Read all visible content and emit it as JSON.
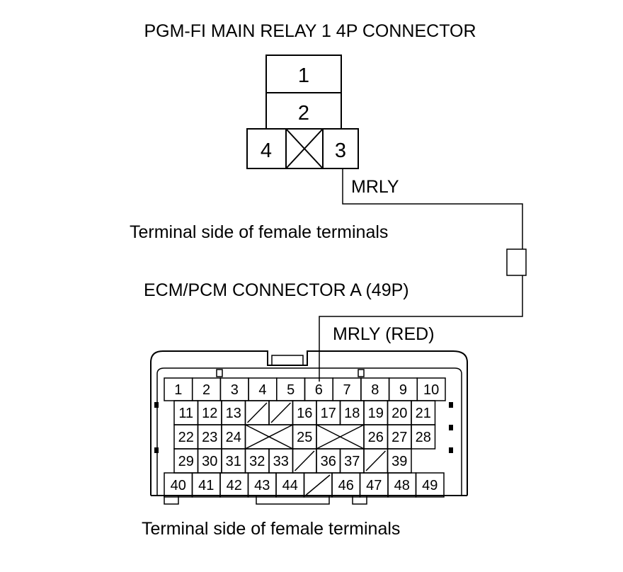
{
  "relay_connector": {
    "title": "PGM-FI MAIN RELAY 1 4P CONNECTOR",
    "pins": [
      "1",
      "2",
      "4",
      "3"
    ],
    "wire_label": "MRLY",
    "view_note": "Terminal side of female terminals"
  },
  "ecm_connector": {
    "title": "ECM/PCM CONNECTOR A (49P)",
    "wire_label": "MRLY (RED)",
    "view_note": "Terminal side of female terminals",
    "row1": [
      "1",
      "2",
      "3",
      "4",
      "5",
      "6",
      "7",
      "8",
      "9",
      "10"
    ],
    "row2": [
      "11",
      "12",
      "13",
      "16",
      "17",
      "18",
      "19",
      "20",
      "21"
    ],
    "row3": [
      "22",
      "23",
      "24",
      "25",
      "26",
      "27",
      "28"
    ],
    "row4": [
      "29",
      "30",
      "31",
      "32",
      "33",
      "36",
      "37",
      "39"
    ],
    "row5": [
      "40",
      "41",
      "42",
      "43",
      "44",
      "46",
      "47",
      "48",
      "49"
    ]
  }
}
